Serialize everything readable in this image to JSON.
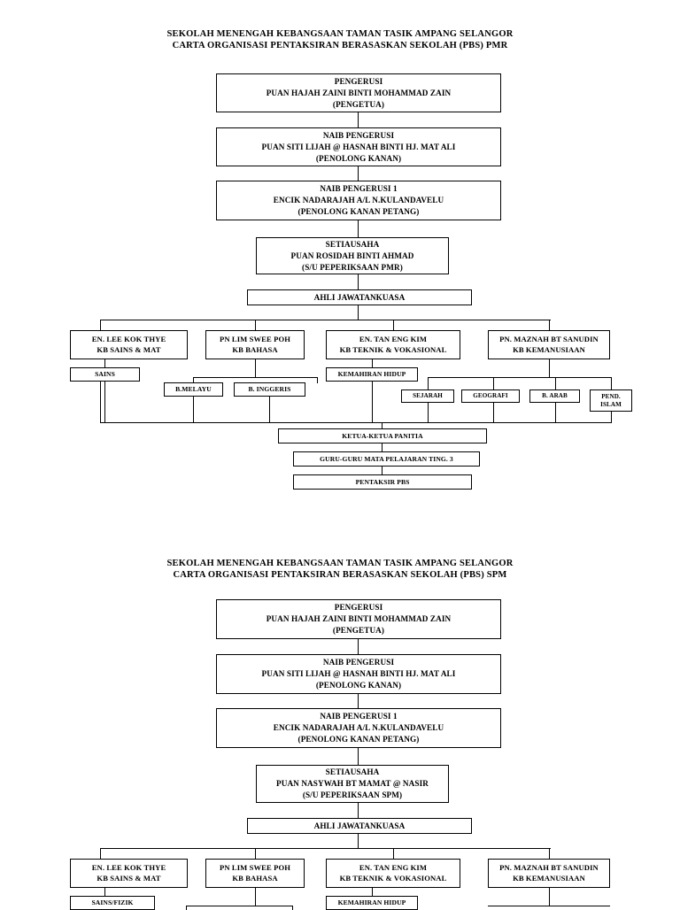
{
  "charts": [
    {
      "id": "pmr",
      "title": {
        "line1": "SEKOLAH MENENGAH KEBANGSAAN TAMAN TASIK AMPANG SELANGOR",
        "line2": "CARTA ORGANISASI PENTAKSIRAN BERASASKAN SEKOLAH (PBS) PMR"
      },
      "chairman": {
        "role": "PENGERUSI",
        "name": "PUAN HAJAH ZAINI BINTI MOHAMMAD ZAIN",
        "position": "(PENGETUA)"
      },
      "vice_chairman": {
        "role": "NAIB PENGERUSI",
        "name": "PUAN SITI LIJAH @ HASNAH BINTI HJ. MAT ALI",
        "position": "(PENOLONG KANAN)"
      },
      "vice_chairman_1": {
        "role": "NAIB PENGERUSI 1",
        "name": "ENCIK NADARAJAH A/L N.KULANDAVELU",
        "position": "(PENOLONG KANAN PETANG)"
      },
      "secretary": {
        "role": "SETIAUSAHA",
        "name": "PUAN ROSIDAH BINTI AHMAD",
        "position": "(S/U PEPERIKSAAN PMR)"
      },
      "committee_label": "AHLI JAWATANKUASA",
      "heads": [
        {
          "name": "EN. LEE KOK THYE",
          "dept": "KB SAINS & MAT"
        },
        {
          "name": "PN LIM SWEE POH",
          "dept": "KB BAHASA"
        },
        {
          "name": "EN. TAN ENG KIM",
          "dept": "KB TEKNIK & VOKASIONAL"
        },
        {
          "name": "PN. MAZNAH BT SANUDIN",
          "dept": "KB KEMANUSIAAN"
        }
      ],
      "subjects": [
        {
          "label": "SAINS"
        },
        {
          "label": "B.MELAYU"
        },
        {
          "label": "B. INGGERIS"
        },
        {
          "label": "KEMAHIRAN HIDUP"
        },
        {
          "label": "SEJARAH"
        },
        {
          "label": "GEOGRAFI"
        },
        {
          "label": "B. ARAB"
        },
        {
          "label_line1": "PEND.",
          "label_line2": "ISLAM"
        }
      ],
      "footer": [
        "KETUA-KETUA PANITIA",
        "GURU-GURU MATA PELAJARAN TING. 3",
        "PENTAKSIR PBS"
      ]
    },
    {
      "id": "spm",
      "title": {
        "line1": "SEKOLAH MENENGAH KEBANGSAAN TAMAN TASIK AMPANG SELANGOR",
        "line2": "CARTA ORGANISASI PENTAKSIRAN BERASASKAN SEKOLAH (PBS) SPM"
      },
      "chairman": {
        "role": "PENGERUSI",
        "name": "PUAN HAJAH ZAINI BINTI MOHAMMAD ZAIN",
        "position": "(PENGETUA)"
      },
      "vice_chairman": {
        "role": "NAIB PENGERUSI",
        "name": "PUAN SITI LIJAH @ HASNAH BINTI HJ. MAT ALI",
        "position": "(PENOLONG KANAN)"
      },
      "vice_chairman_1": {
        "role": "NAIB PENGERUSI 1",
        "name": "ENCIK NADARAJAH A/L N.KULANDAVELU",
        "position": "(PENOLONG KANAN PETANG)"
      },
      "secretary": {
        "role": "SETIAUSAHA",
        "name": "PUAN NASYWAH BT MAMAT @ NASIR",
        "position": "(S/U PEPERIKSAAN SPM)"
      },
      "committee_label": "AHLI JAWATANKUASA",
      "heads": [
        {
          "name": "EN. LEE KOK THYE",
          "dept": "KB SAINS & MAT"
        },
        {
          "name": "PN LIM SWEE POH",
          "dept": "KB BAHASA"
        },
        {
          "name": "EN. TAN ENG KIM",
          "dept": "KB TEKNIK & VOKASIONAL"
        },
        {
          "name": "PN. MAZNAH BT SANUDIN",
          "dept": "KB KEMANUSIAAN"
        }
      ],
      "subjects": [
        {
          "label": "SAINS/FIZIK"
        },
        {
          "label": ""
        },
        {
          "label": "KEMAHIRAN HIDUP"
        },
        {
          "label": ""
        }
      ]
    }
  ]
}
